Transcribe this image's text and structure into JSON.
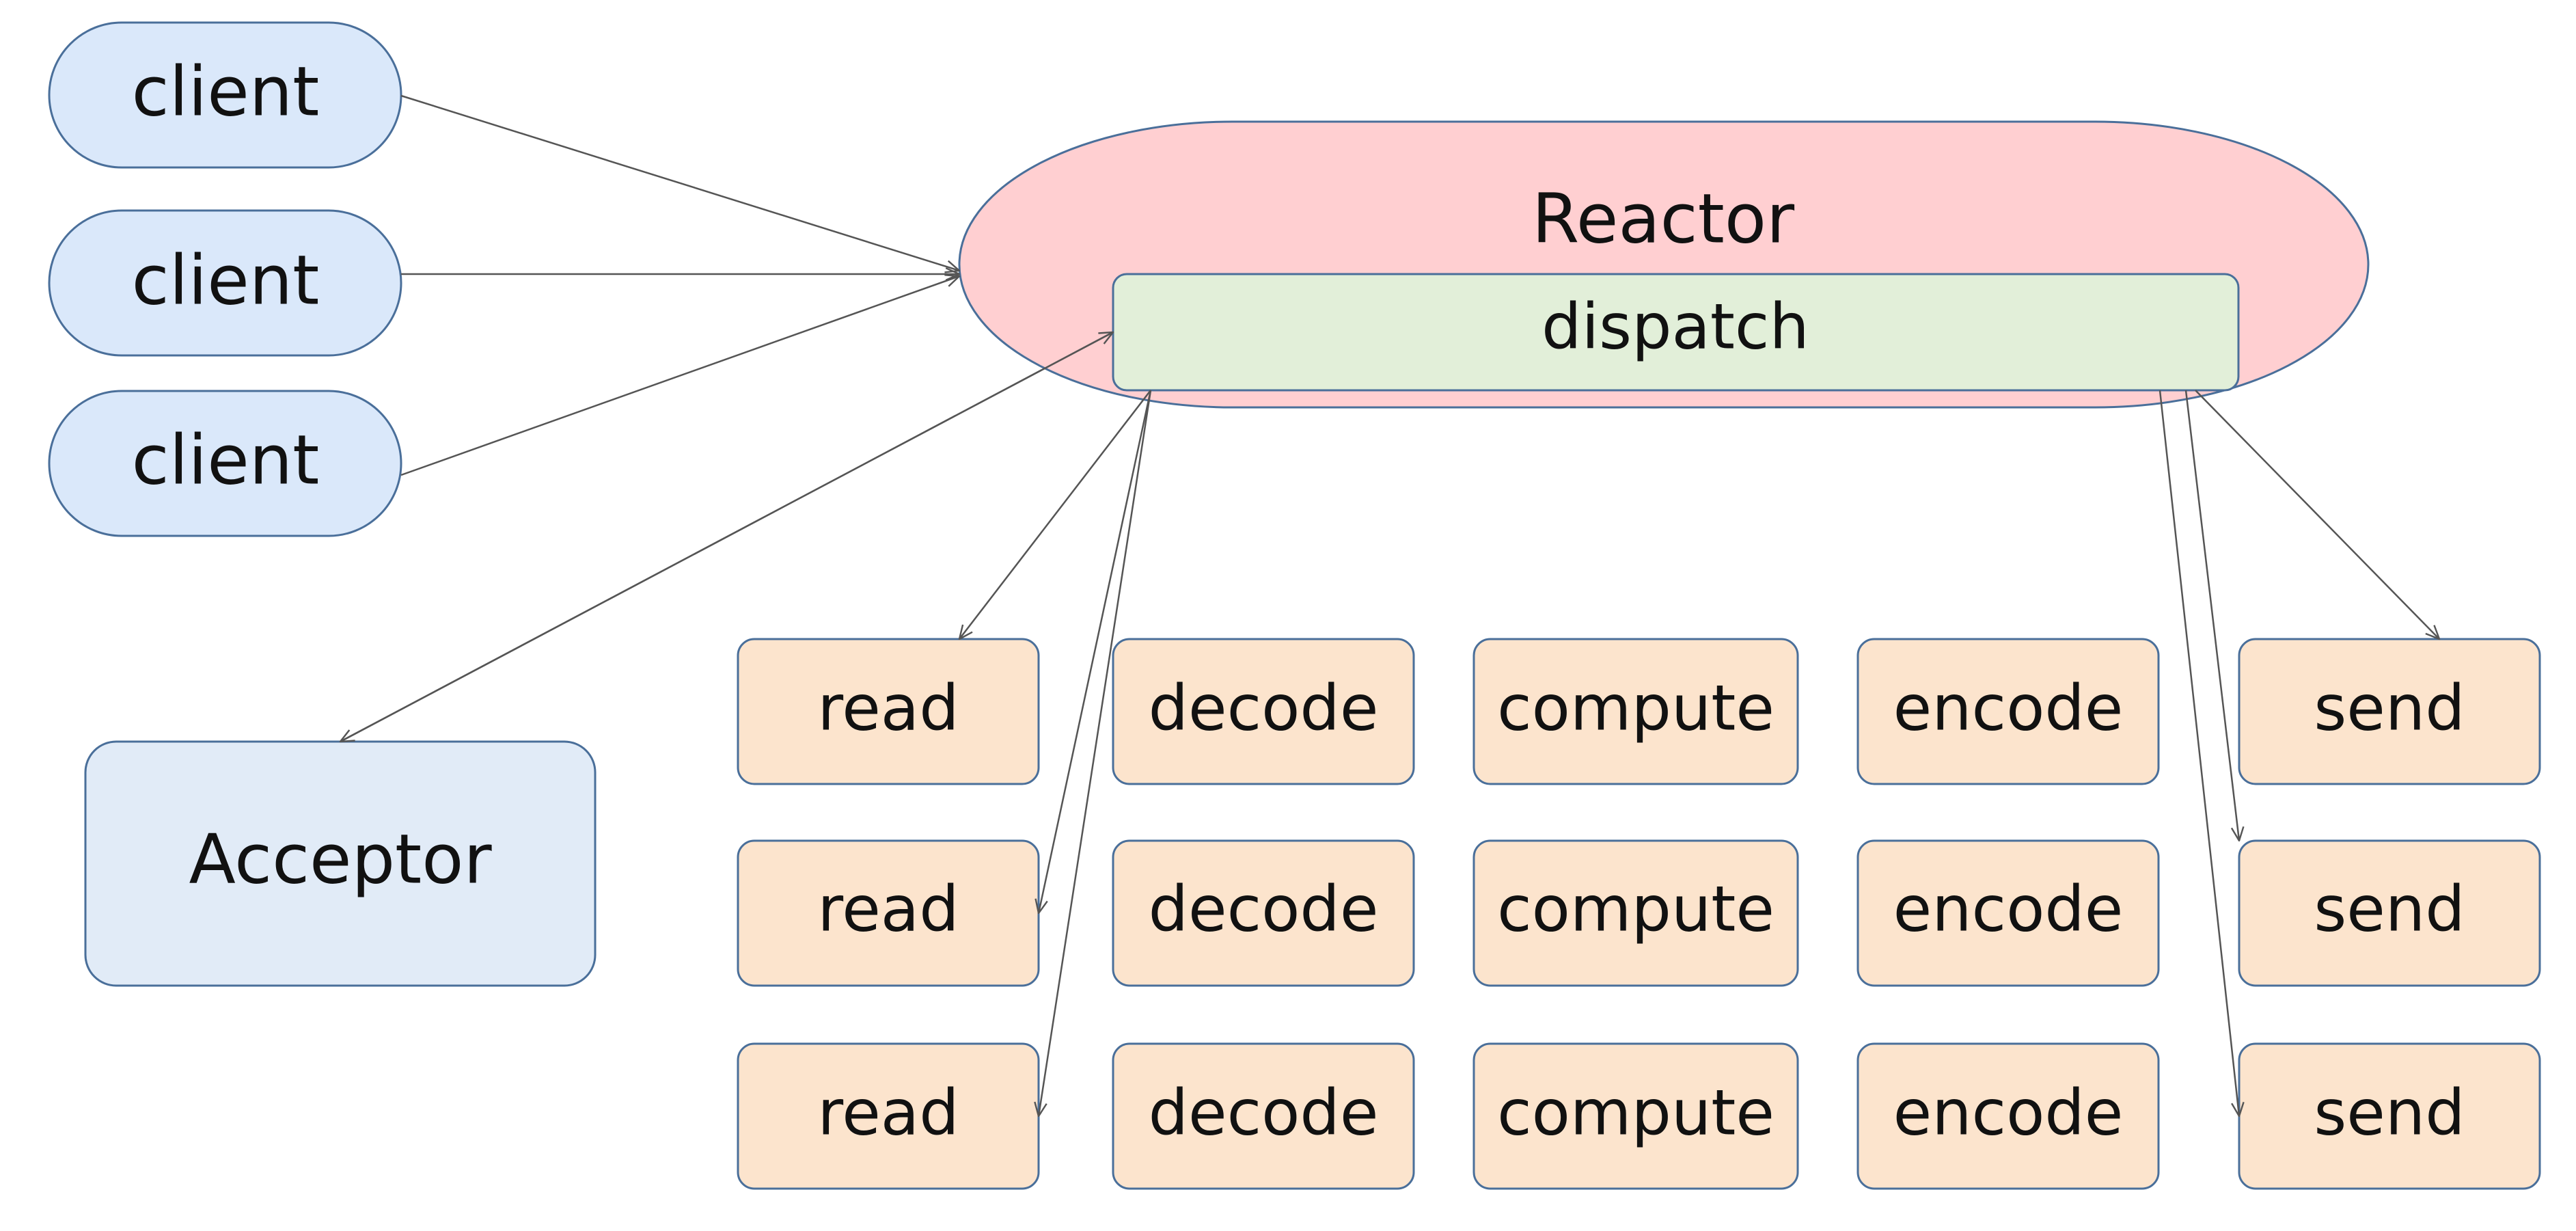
{
  "colors": {
    "client_fill": "#dae8fa",
    "acceptor_fill": "#e1ebf7",
    "reactor_fill": "#ffcfd1",
    "dispatch_fill": "#e2efd9",
    "task_fill": "#fce4cd",
    "border": "#4a6f9a",
    "arrow": "#555555"
  },
  "clients": [
    "client",
    "client",
    "client"
  ],
  "reactor": {
    "label": "Reactor"
  },
  "dispatch": {
    "label": "dispatch"
  },
  "acceptor": {
    "label": "Acceptor"
  },
  "pipeline": {
    "stages": [
      "read",
      "decode",
      "compute",
      "encode",
      "send"
    ],
    "rows": [
      [
        "read",
        "decode",
        "compute",
        "encode",
        "send"
      ],
      [
        "read",
        "decode",
        "compute",
        "encode",
        "send"
      ],
      [
        "read",
        "decode",
        "compute",
        "encode",
        "send"
      ]
    ]
  }
}
